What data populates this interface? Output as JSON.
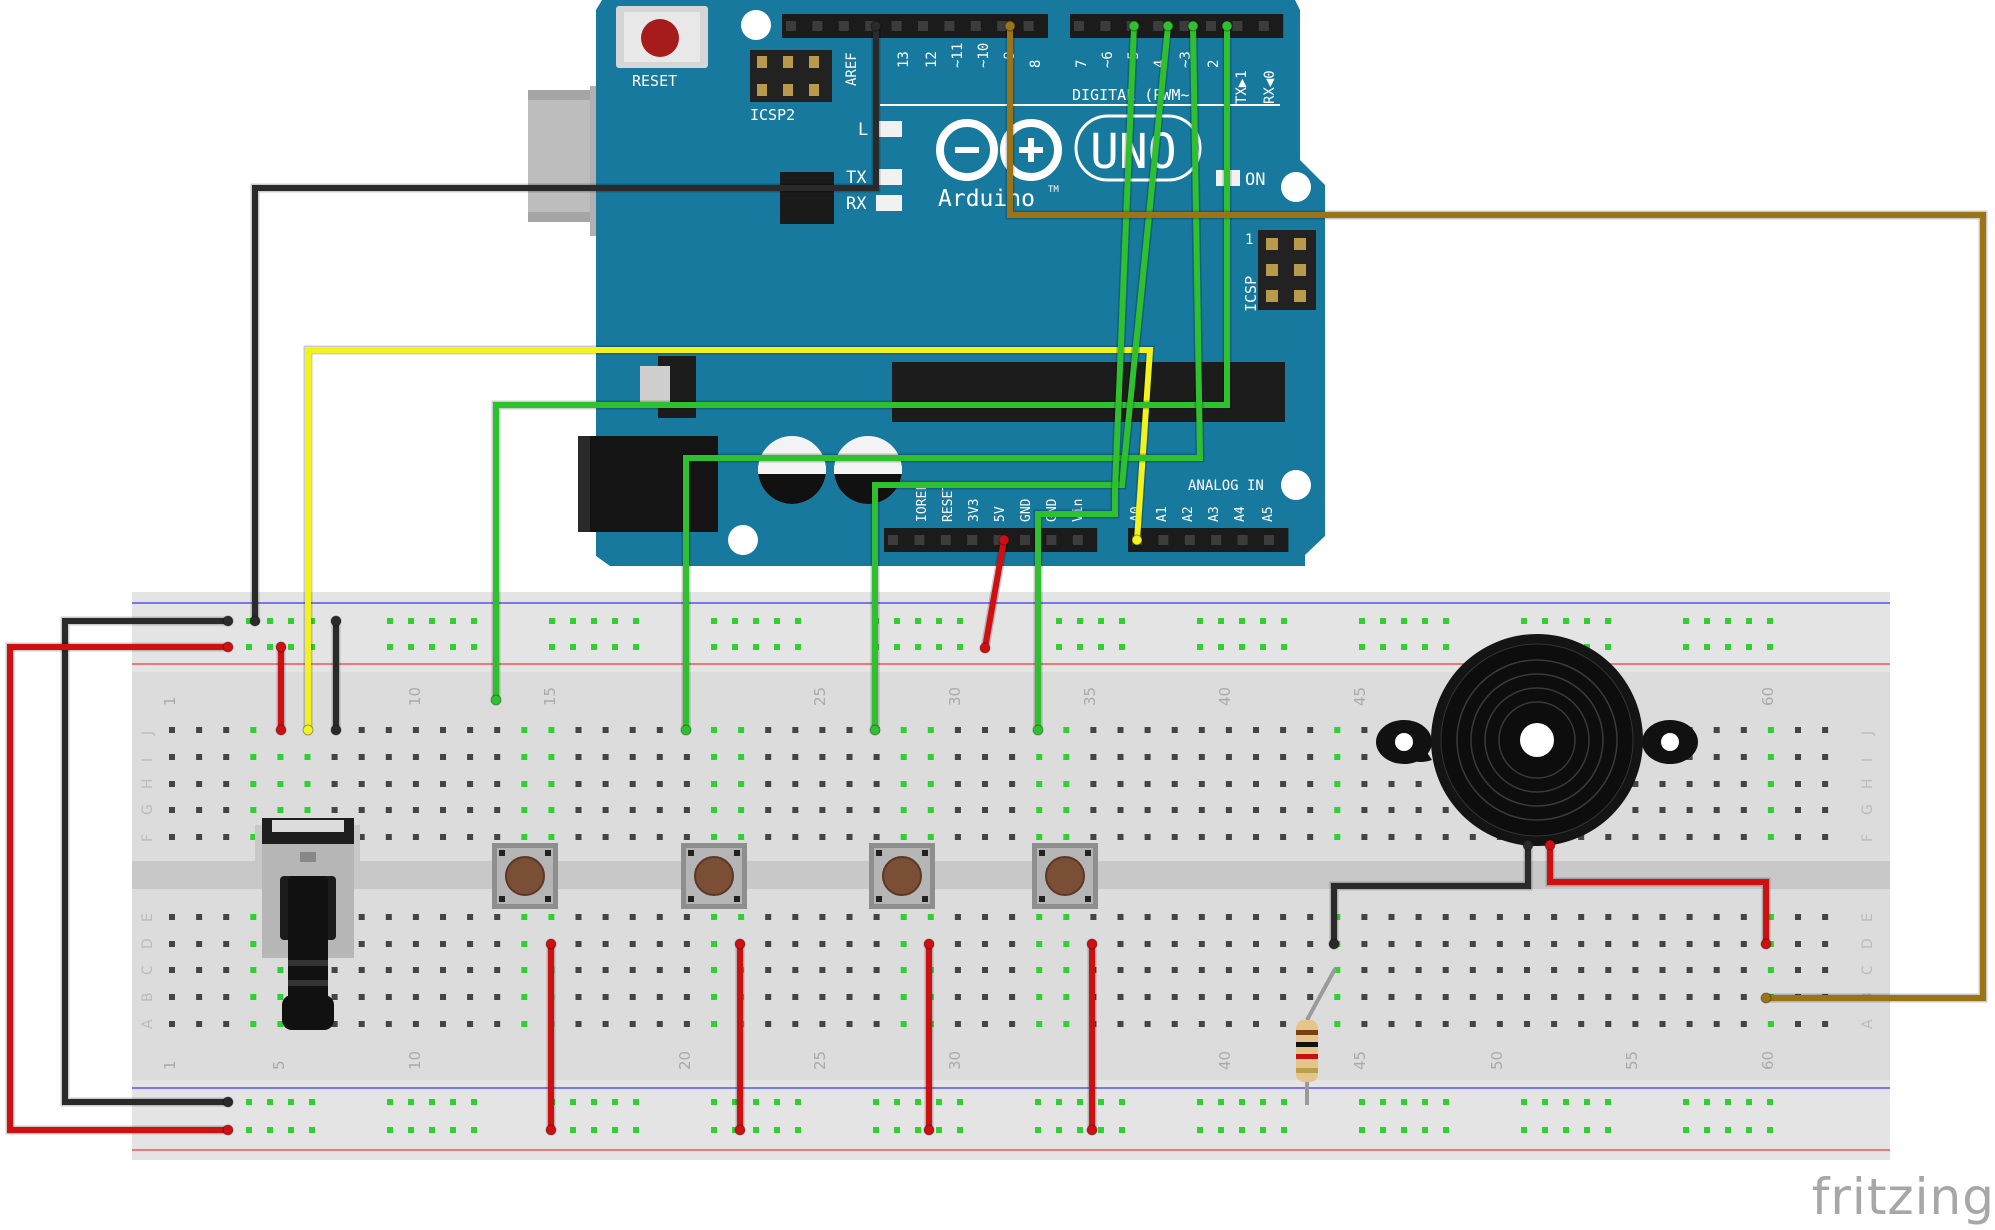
{
  "arduino": {
    "reset_label": "RESET",
    "icsp2_label": "ICSP2",
    "icsp_label": "ICSP",
    "icsp_pin1": "1",
    "aref_label": "AREF",
    "digital_pin_labels": [
      "13",
      "12",
      "~11",
      "~10",
      "~9",
      "8",
      "7",
      "~6",
      "~5",
      "4",
      "~3",
      "2",
      "TX▶1",
      "RX◀0"
    ],
    "digital_label": "DIGITAL (PWM~)",
    "led_l": "L",
    "led_tx": "TX",
    "led_rx": "RX",
    "on_label": "ON",
    "brand": "Arduino",
    "tm": "TM",
    "model": "UNO",
    "analog_label": "ANALOG IN",
    "power_pin_labels": [
      "IOREF",
      "RESET",
      "3V3",
      "5V",
      "GND",
      "GND",
      "Vin"
    ],
    "analog_pin_labels": [
      "A0",
      "A1",
      "A2",
      "A3",
      "A4",
      "A5"
    ]
  },
  "breadboard": {
    "top_numbers": [
      "1",
      "10",
      "15",
      "25",
      "30",
      "35",
      "40",
      "45",
      "60"
    ],
    "bottom_numbers": [
      "1",
      "5",
      "10",
      "20",
      "25",
      "30",
      "40",
      "45",
      "50",
      "55",
      "60"
    ],
    "row_letters_top": [
      "J",
      "I",
      "H",
      "G",
      "F"
    ],
    "row_letters_bottom": [
      "E",
      "D",
      "C",
      "B",
      "A"
    ]
  },
  "colors": {
    "board": "#17799e",
    "wire_black": "#2a2a2a",
    "wire_red": "#d01010",
    "wire_green": "#2ec02e",
    "wire_yellow": "#f2f21c",
    "wire_brown": "#9a7416"
  },
  "watermark": "fritzing"
}
